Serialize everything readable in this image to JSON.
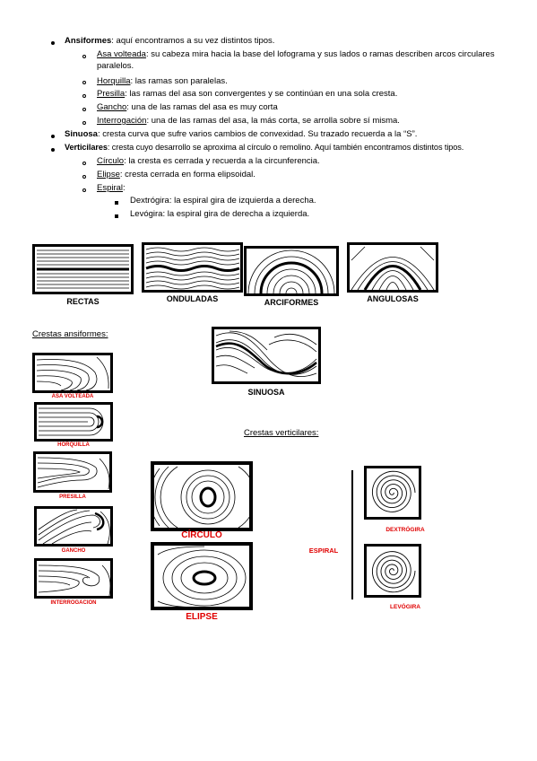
{
  "list": {
    "ansiformes": {
      "term": "Ansiformes",
      "text": ": aquí encontramos a su vez distintos tipos."
    },
    "asa": {
      "term": "Asa volteada",
      "text": ": su cabeza mira hacia la base del lofograma y sus lados o ramas describen arcos circulares paralelos."
    },
    "horquilla": {
      "term": "Horquilla",
      "text": ": las ramas son paralelas."
    },
    "presilla": {
      "term": "Presilla",
      "text": ": las ramas del asa son convergentes y se continúan en una sola cresta."
    },
    "gancho": {
      "term": "Gancho",
      "text": ": una de las ramas del asa es muy corta"
    },
    "interrogacion": {
      "term": "Interrogación",
      "text": ": una de las ramas del asa, la más corta, se arrolla sobre sí misma."
    },
    "sinuosa": {
      "term": "Sinuosa",
      "text": ": cresta curva que sufre varios cambios de convexidad. Su trazado recuerda a la “S”."
    },
    "verticilares": {
      "term": "Verticilares",
      "text": ": cresta cuyo desarrollo se aproxima al círculo o remolino. Aquí también encontramos distintos tipos."
    },
    "circulo": {
      "term": "Círculo",
      "text": ": la cresta es cerrada y recuerda a la circunferencia."
    },
    "elipse": {
      "term": "Elipse",
      "text": ": cresta cerrada en forma elipsoidal."
    },
    "espiral": {
      "term": "Espiral",
      "text": ":"
    },
    "dextrogira": {
      "text": "Dextrógira: la espiral gira de izquierda a derecha."
    },
    "levogira": {
      "text": "Levógira: la espiral gira de derecha a izquierda."
    }
  },
  "figures": {
    "rectas": "RECTAS",
    "onduladas": "ONDULADAS",
    "arciformes": "ARCIFORMES",
    "angulosas": "ANGULOSAS",
    "sinuosa": "SINUOSA",
    "asa_volteada": "ASA VOLTEADA",
    "horquilla": "HORQUILLA",
    "presilla": "PRESILLA",
    "gancho": "GANCHO",
    "interrogacion": "INTERROGACION",
    "circulo": "CÍRCULO",
    "elipse": "ELIPSE",
    "espiral": "ESPIRAL",
    "dextrogira": "DEXTRÓGIRA",
    "levogira": "LEVÓGIRA"
  },
  "sections": {
    "ansiformes_title": "Crestas ansiformes:",
    "verticilares_title": "Crestas verticilares:"
  }
}
